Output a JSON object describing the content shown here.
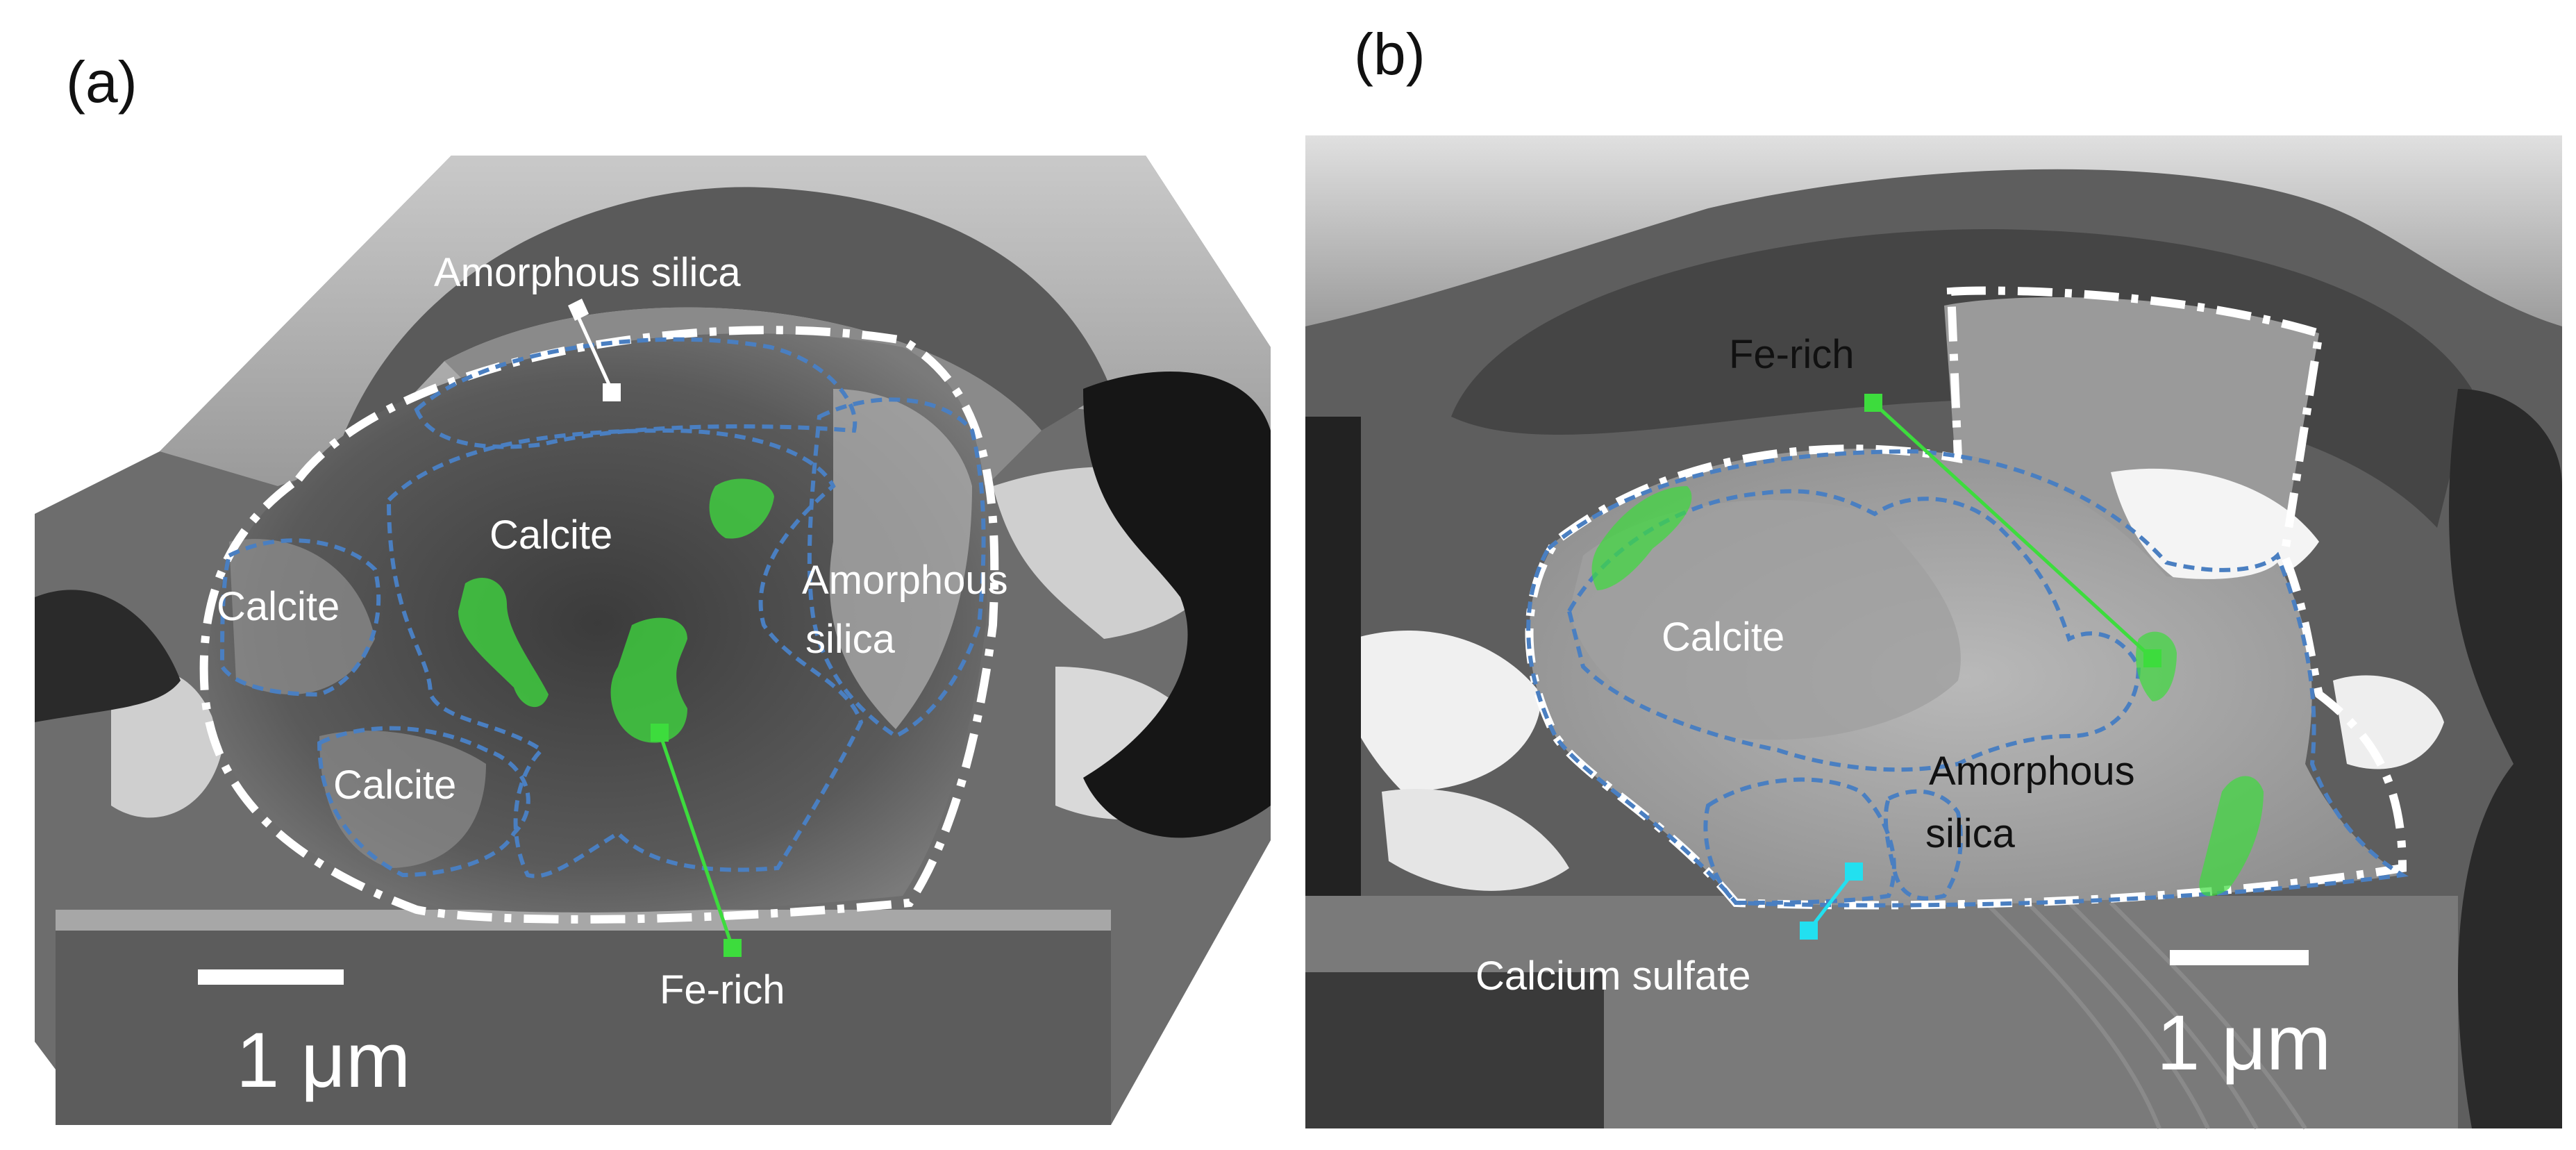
{
  "figure": {
    "panel_a": {
      "label": "(a)",
      "annotations": {
        "amorphous_silica_top": "Amorphous silica",
        "calcite_center": "Calcite",
        "calcite_left": "Calcite",
        "calcite_bottom": "Calcite",
        "amorphous_silica_right_line1": "Amorphous",
        "amorphous_silica_right_line2": "silica",
        "fe_rich": "Fe-rich"
      },
      "scale_bar": "1 μm"
    },
    "panel_b": {
      "label": "(b)",
      "annotations": {
        "fe_rich": "Fe-rich",
        "calcite": "Calcite",
        "amorphous_silica_line1": "Amorphous",
        "amorphous_silica_line2": "silica",
        "calcium_sulfate": "Calcium sulfate"
      },
      "scale_bar": "1 μm"
    },
    "colors": {
      "phase_boundary": "#4a7fc1",
      "particle_boundary": "#ffffff",
      "fe_rich": "#3ddc3d",
      "calcium_sulfate": "#22e0f0"
    }
  }
}
